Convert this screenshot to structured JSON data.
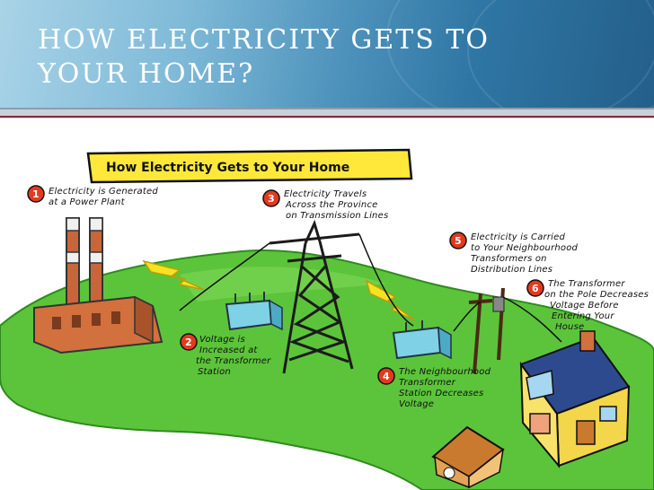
{
  "slide": {
    "title_line1": "HOW ELECTRICITY GETS TO",
    "title_line2": "YOUR HOME?"
  },
  "banner": {
    "text": "How Electricity Gets to Your Home"
  },
  "steps": [
    {
      "number": "1",
      "line1": "Electricity is Generated",
      "line2": "at a Power Plant",
      "line3": "",
      "line4": ""
    },
    {
      "number": "2",
      "line1": "Voltage is",
      "line2": "Increased at",
      "line3": "the Transformer",
      "line4": "Station"
    },
    {
      "number": "3",
      "line1": "Electricity Travels",
      "line2": "Across the Province",
      "line3": "on Transmission Lines",
      "line4": ""
    },
    {
      "number": "4",
      "line1": "The Neighbourhood",
      "line2": "Transformer",
      "line3": "Station Decreases",
      "line4": "Voltage"
    },
    {
      "number": "5",
      "line1": "Electricity is Carried",
      "line2": "to Your Neighbourhood",
      "line3": "Transformers on",
      "line4": "Distribution Lines"
    },
    {
      "number": "6",
      "line1": "The Transformer",
      "line2": "on the Pole Decreases",
      "line3": "Voltage Before",
      "line4": "Entering Your",
      "line5": "House"
    }
  ],
  "colors": {
    "grass": "#5cc43a",
    "badge": "#e23a1e",
    "banner": "#ffe83a",
    "lightning": "#f6e21f",
    "header": "#4a8fba"
  }
}
